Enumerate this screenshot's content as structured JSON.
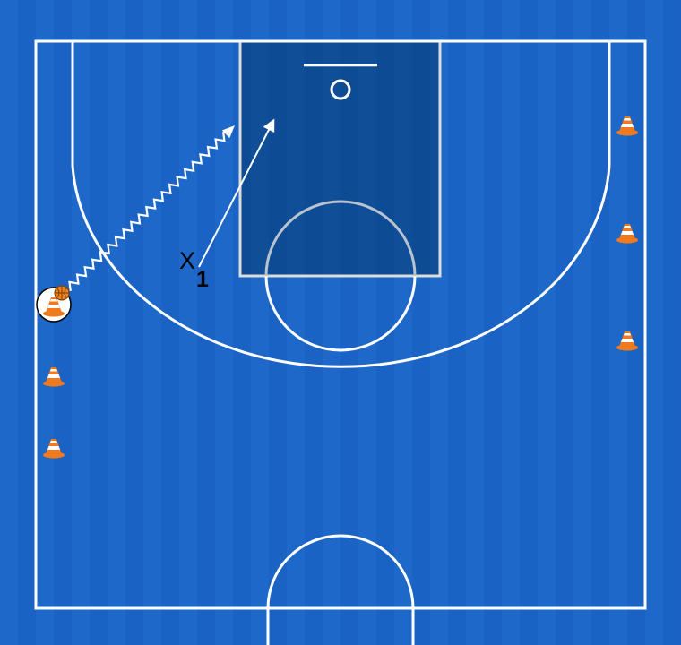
{
  "diagram": {
    "colors": {
      "court_background": "#1a63c4",
      "stripe_light": "#2270d2",
      "paint": "#0d4c94",
      "line": "#ffffff",
      "cone_orange": "#f07a1e",
      "ball_orange": "#e8831f",
      "label": "#000000"
    },
    "player": {
      "letter": "X",
      "number": "1"
    },
    "markers": {
      "player_movement": "straight-arrow",
      "dribble_path": "zigzag-arrow",
      "cone": "traffic-cone-icon",
      "ball": "basketball-icon"
    },
    "cone_count": 6
  }
}
